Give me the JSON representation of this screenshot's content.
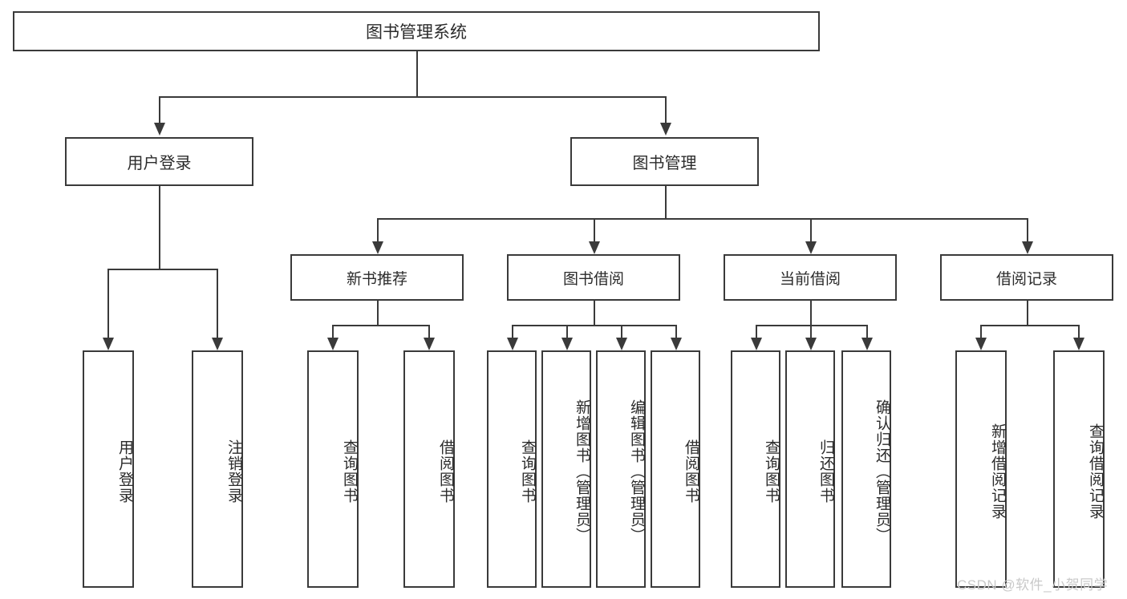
{
  "diagram": {
    "title": "图书管理系统",
    "type": "tree-hierarchy-functional-decomposition",
    "root": {
      "label": "图书管理系统"
    },
    "level2": [
      {
        "label": "用户登录"
      },
      {
        "label": "图书管理"
      }
    ],
    "level3": [
      {
        "label": "新书推荐"
      },
      {
        "label": "图书借阅"
      },
      {
        "label": "当前借阅"
      },
      {
        "label": "借阅记录"
      }
    ],
    "leaves": {
      "user_login": [
        {
          "label": "用户登录"
        },
        {
          "label": "注销登录"
        }
      ],
      "new_book_recommend": [
        {
          "label": "查询图书"
        },
        {
          "label": "借阅图书"
        }
      ],
      "book_borrow": [
        {
          "label": "查询图书"
        },
        {
          "label": "新增图书（管理员）"
        },
        {
          "label": "编辑图书（管理员）"
        },
        {
          "label": "借阅图书"
        }
      ],
      "current_borrow": [
        {
          "label": "查询图书"
        },
        {
          "label": "归还图书"
        },
        {
          "label": "确认归还（管理员）"
        }
      ],
      "borrow_record": [
        {
          "label": "新增借阅记录"
        },
        {
          "label": "查询借阅记录"
        }
      ]
    }
  },
  "watermark": {
    "text": "CSDN @软件_小贺同学"
  },
  "colors": {
    "stroke": "#3a3a3a",
    "fill": "#ffffff",
    "text": "#2b2b2b",
    "watermark": "#c9c9c9"
  }
}
